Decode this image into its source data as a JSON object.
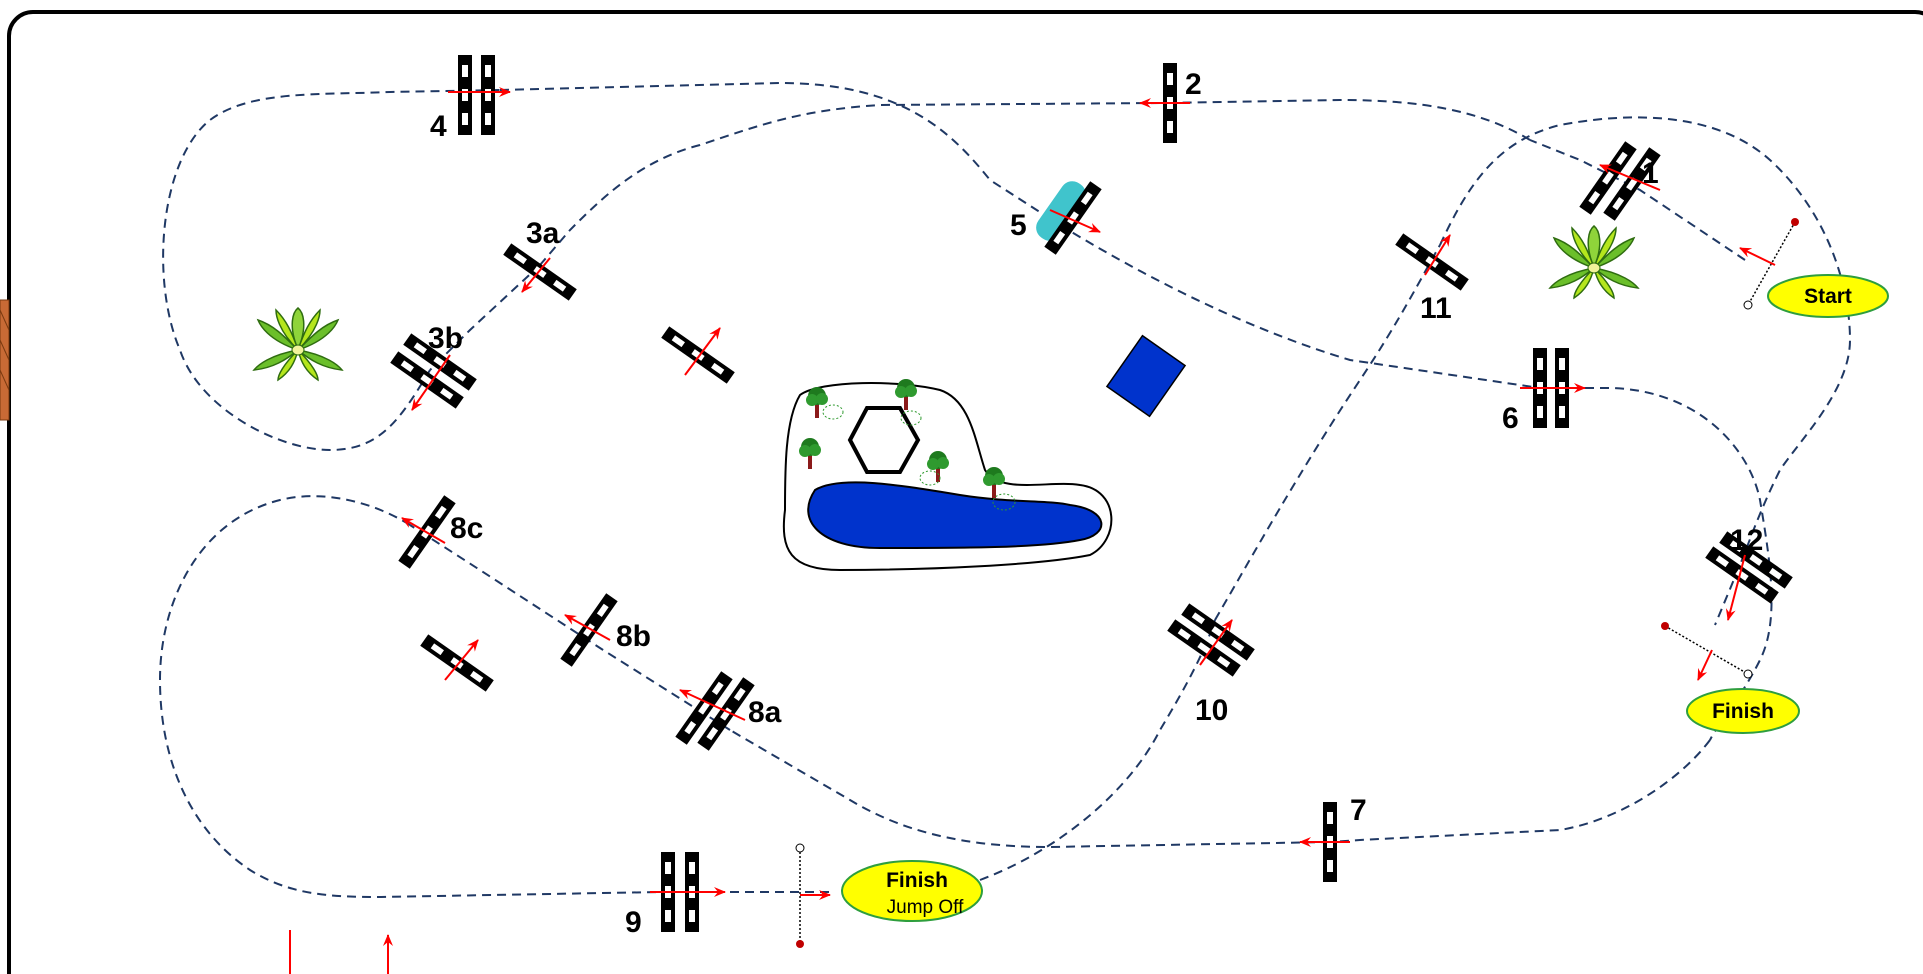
{
  "course": {
    "jump_labels": {
      "j1": "1",
      "j2": "2",
      "j3a": "3a",
      "j3b": "3b",
      "j4": "4",
      "j5": "5",
      "j6": "6",
      "j7": "7",
      "j8a": "8a",
      "j8b": "8b",
      "j8c": "8c",
      "j9": "9",
      "j10": "10",
      "j11": "11",
      "j12": "12"
    },
    "start_label": "Start",
    "finish_label": "Finish",
    "finish_jumpoff_label": "Finish",
    "jumpoff_label": "Jump Off"
  },
  "colors": {
    "path": "#1f3864",
    "arrow": "#ff0000",
    "oval_fill": "#ffff00",
    "oval_stroke": "#2e9e3e",
    "water": "#0033cc",
    "liverpool": "#40c4cc",
    "border": "#000000"
  },
  "icons": [
    "plant-icon",
    "tree-icon",
    "gazebo-icon",
    "pond-icon",
    "blue-box-icon"
  ]
}
